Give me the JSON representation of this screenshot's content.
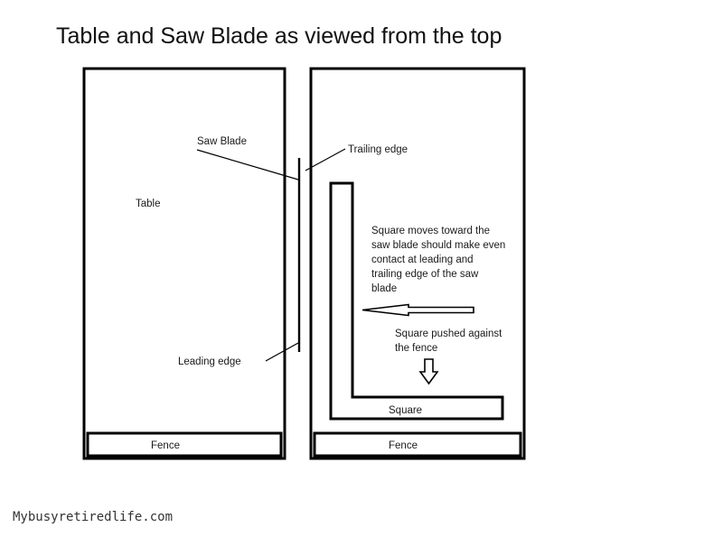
{
  "page": {
    "title": "Table and Saw Blade as viewed from the top",
    "watermark": "Mybusyretiredlife.com",
    "background_color": "#ffffff",
    "ink_color": "#000000"
  },
  "diagram": {
    "type": "top-view schematic of table saw with combination square",
    "table_label": "Table",
    "blade_label": "Saw Blade",
    "trailing_edge_label": "Trailing edge",
    "leading_edge_label": "Leading edge",
    "square_label": "Square",
    "fence_left_label": "Fence",
    "fence_right_label": "Fence",
    "note_main": [
      "Square moves toward the",
      "saw blade should make even",
      "contact at leading and",
      "trailing edge of the saw",
      "blade"
    ],
    "note_fence": [
      "Square pushed against",
      "the fence"
    ],
    "arrow_motion_direction": "left",
    "arrow_fence_direction": "down"
  }
}
